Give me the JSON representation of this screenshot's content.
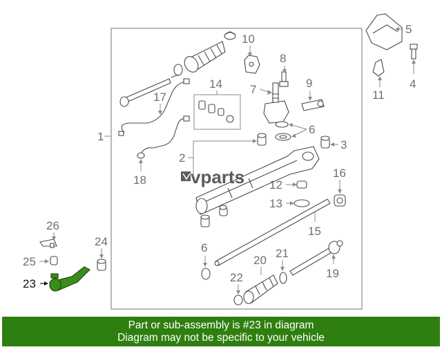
{
  "watermark": "vparts",
  "highlight_color": "#3c8c1c",
  "footer": {
    "background": "#2f7f10",
    "line1": "Part or sub-assembly is #23 in diagram",
    "line2": "Diagram may not be specific to your vehicle"
  },
  "callouts": {
    "c1": "1",
    "c2": "2",
    "c3": "3",
    "c4": "4",
    "c5": "5",
    "c6a": "6",
    "c6b": "6",
    "c7": "7",
    "c8": "8",
    "c9": "9",
    "c10": "10",
    "c11": "11",
    "c12": "12",
    "c13": "13",
    "c14": "14",
    "c15": "15",
    "c16": "16",
    "c17": "17",
    "c18": "18",
    "c19": "19",
    "c20": "20",
    "c21": "21",
    "c22": "22",
    "c23": "23",
    "c24": "24",
    "c25": "25",
    "c26": "26"
  }
}
